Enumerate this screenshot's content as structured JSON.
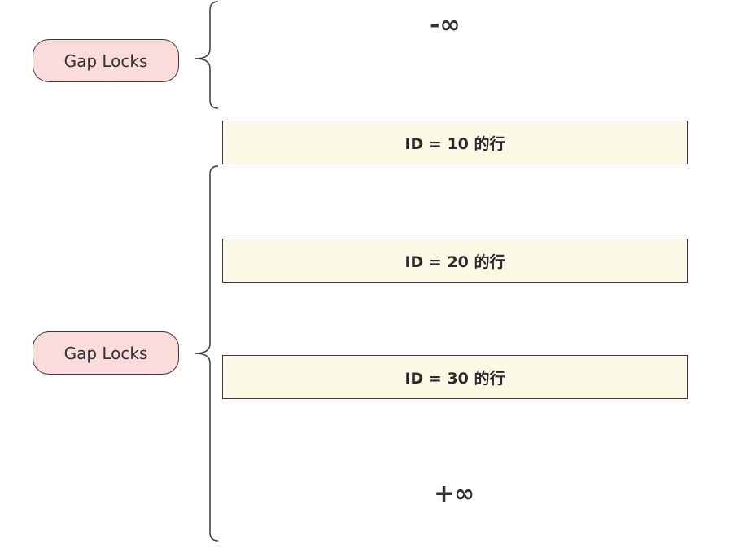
{
  "gap_labels": [
    {
      "text": "Gap Locks"
    },
    {
      "text": "Gap Locks"
    }
  ],
  "bounds": {
    "neg_inf": "-∞",
    "pos_inf": "+∞"
  },
  "rows": [
    {
      "label": "ID = 10 的行"
    },
    {
      "label": "ID = 20 的行"
    },
    {
      "label": "ID = 30 的行"
    }
  ],
  "colors": {
    "gap_pill_fill": "#f9dcdb",
    "row_fill": "#fbf8e6",
    "stroke": "#3a3a3a"
  }
}
